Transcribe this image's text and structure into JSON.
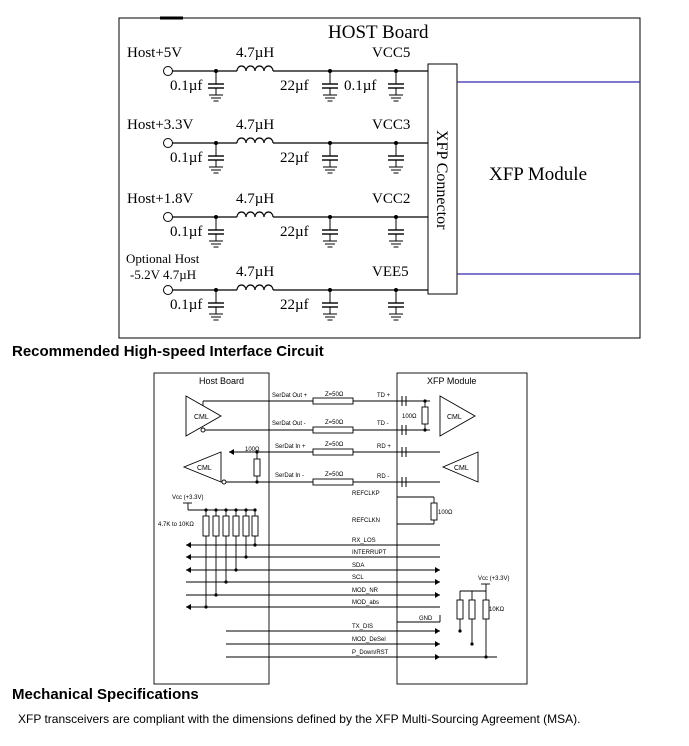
{
  "power_diagram": {
    "board_title": "HOST Board",
    "connector_label": "XFP Connector",
    "module_label": "XFP Module",
    "rows": [
      {
        "input": "Host+5V",
        "inductor": "4.7µH",
        "cap1": "0.1µf",
        "cap2": "22µf",
        "cap3": "0.1µf",
        "rail": "VCC5"
      },
      {
        "input": "Host+3.3V",
        "inductor": "4.7µH",
        "cap1": "0.1µf",
        "cap2": "22µf",
        "rail": "VCC3"
      },
      {
        "input": "Host+1.8V",
        "inductor": "4.7µH",
        "cap1": "0.1µf",
        "cap2": "22µf",
        "rail": "VCC2"
      },
      {
        "input_line1": "Optional Host",
        "input_line2": "-5.2V 4.7µH",
        "inductor": "4.7µH",
        "cap1": "0.1µf",
        "cap2": "22µf",
        "rail": "VEE5"
      }
    ]
  },
  "sections": {
    "interface_heading": "Recommended High-speed Interface Circuit",
    "mechanical_heading": "Mechanical Specifications",
    "mechanical_text": "XFP transceivers are compliant with the dimensions defined by the XFP Multi-Sourcing Agreement (MSA)."
  },
  "interface_diagram": {
    "host_board": "Host Board",
    "module": "XFP Module",
    "cml": "CML",
    "impedance": "Z=50Ω",
    "resistor_100": "100Ω",
    "serdat_out_p": "SerDat Out +",
    "serdat_out_n": "SerDat Out -",
    "serdat_in_p": "SerDat In +",
    "serdat_in_n": "SerDat In -",
    "td_p": "TD +",
    "td_n": "TD -",
    "rd_p": "RD +",
    "rd_n": "RD -",
    "refclkp": "REFCLKP",
    "refclkn": "REFCLKN",
    "vcc_host": "Vcc (+3.3V)",
    "vcc_module": "Vcc (+3.3V)",
    "pullup_range": "4.7K to 10KΩ",
    "pullup_module": "10KΩ",
    "gnd": "GND",
    "signals": [
      "RX_LOS",
      "INTERRUPT",
      "SDA",
      "SCL",
      "MOD_NR",
      "MOD_abs",
      "TX_DIS",
      "MOD_DeSel",
      "P_Down/RST"
    ]
  }
}
